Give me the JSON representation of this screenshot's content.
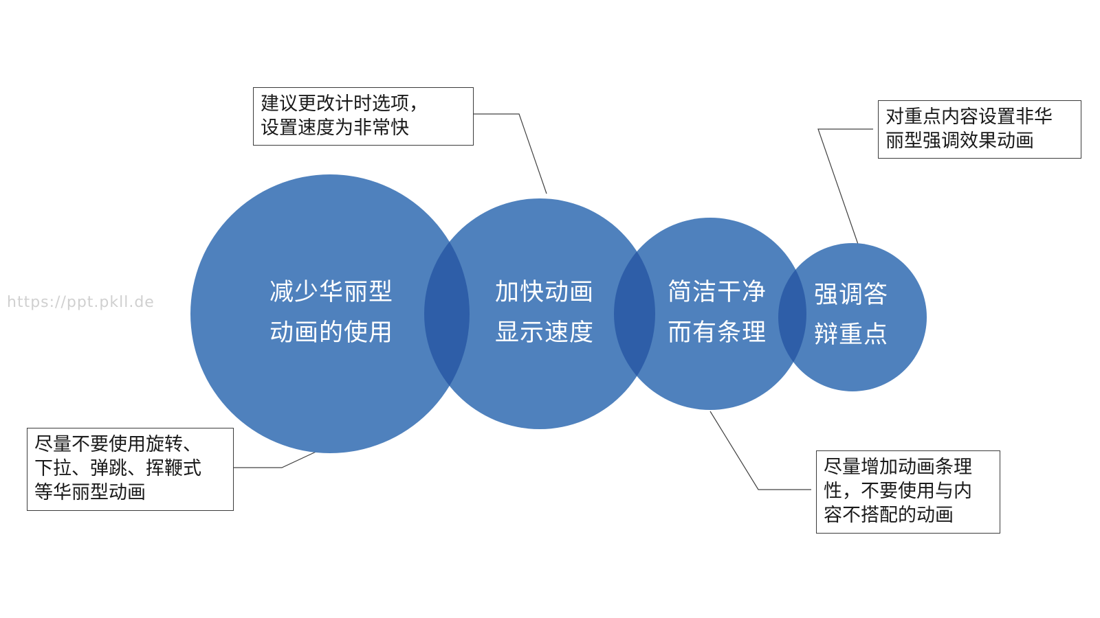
{
  "colors": {
    "circle_fill": "#4f81bd",
    "overlap_fill": "#2e5ea8",
    "leader_line": "#404040"
  },
  "watermark": "https://ppt.pkll.de",
  "circles": [
    {
      "line1": "减少华丽型",
      "line2": "动画的使用"
    },
    {
      "line1": "加快动画",
      "line2": "显示速度"
    },
    {
      "line1": "简洁干净",
      "line2": "而有条理"
    },
    {
      "line1": "强调答",
      "line2": "辩重点"
    }
  ],
  "callouts": [
    {
      "lines": [
        "建议更改计时选项，",
        "设置速度为非常快"
      ]
    },
    {
      "lines": [
        "对重点内容设置非华",
        "丽型强调效果动画"
      ]
    },
    {
      "lines": [
        "尽量不要使用旋转、",
        "下拉、弹跳、挥鞭式",
        "等华丽型动画"
      ]
    },
    {
      "lines": [
        "尽量增加动画条理",
        "性，不要使用与内",
        "容不搭配的动画"
      ]
    }
  ]
}
